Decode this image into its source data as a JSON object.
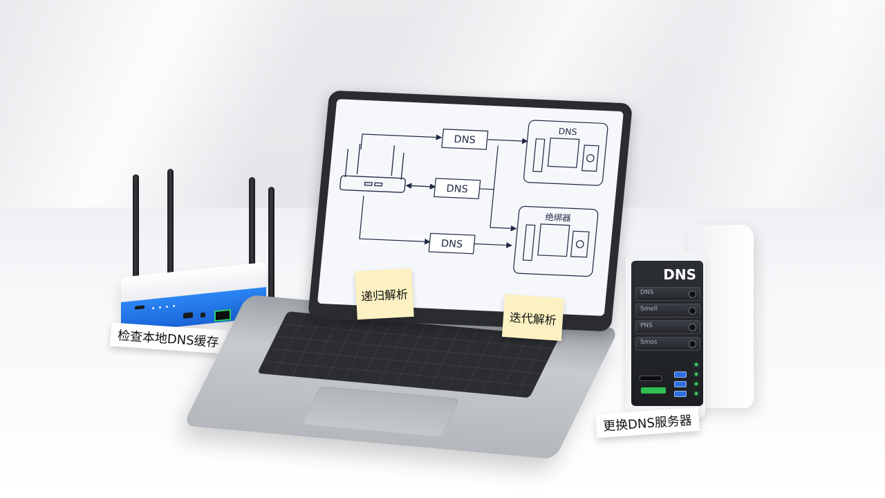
{
  "scene": {
    "labels": {
      "router_card": "检查本地DNS缓存",
      "server_card": "更换DNS服务器",
      "sticky_left": "递归解析",
      "sticky_right": "迭代解析"
    },
    "screen_diagram": {
      "box_top": "DNS",
      "box_middle": "DNS",
      "box_bottom": "DNS",
      "server_top_title": "DNS",
      "server_bottom_title": "绝绑器"
    },
    "server": {
      "brand": "DNS",
      "bays": [
        "DNS",
        "Smell",
        "PNS",
        "Smos"
      ]
    }
  },
  "colors": {
    "router_blue": "#1a64d8",
    "sticky_yellow": "#fbf1c2",
    "server_panel": "#1c1e22",
    "led_green": "#39e06a",
    "diagram_ink": "#1f2b44"
  }
}
